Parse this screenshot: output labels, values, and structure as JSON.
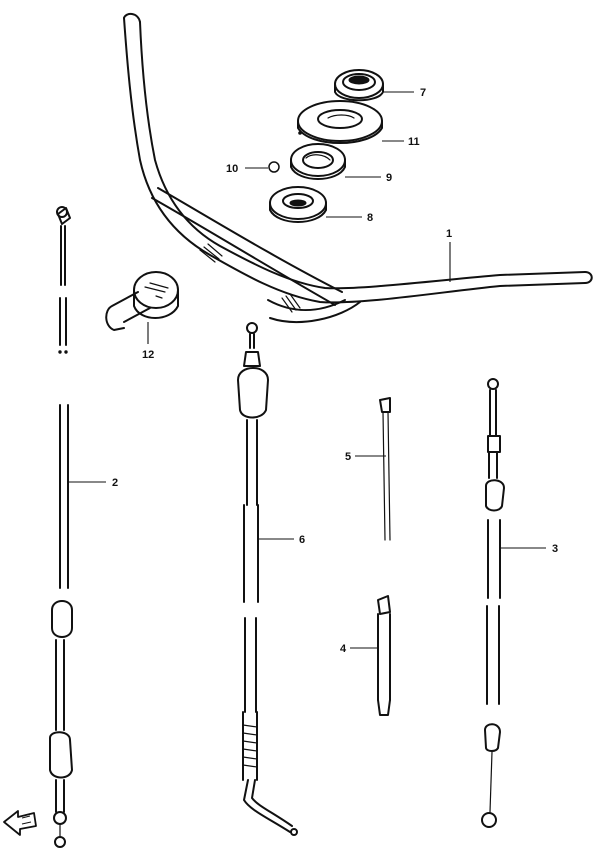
{
  "diagram": {
    "callouts": [
      {
        "id": "handlebar",
        "number": "1"
      },
      {
        "id": "cable-left",
        "number": "2"
      },
      {
        "id": "cable-right",
        "number": "3"
      },
      {
        "id": "short-cable",
        "number": "4"
      },
      {
        "id": "thin-cable",
        "number": "5"
      },
      {
        "id": "center-cable",
        "number": "6"
      },
      {
        "id": "top-washer",
        "number": "7"
      },
      {
        "id": "bottom-washer",
        "number": "8"
      },
      {
        "id": "mid-washer",
        "number": "9"
      },
      {
        "id": "small-ball",
        "number": "10"
      },
      {
        "id": "large-washer",
        "number": "11"
      },
      {
        "id": "throttle-grip",
        "number": "12"
      }
    ],
    "front_arrow_icon": "arrow-left-icon"
  }
}
